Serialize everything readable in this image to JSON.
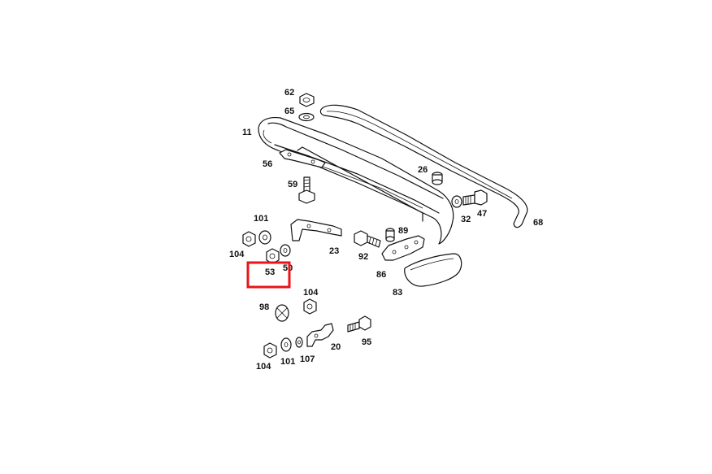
{
  "highlight": {
    "color": "#e8151b",
    "target": "53"
  },
  "labels": {
    "62": "62",
    "65": "65",
    "11": "11",
    "56": "56",
    "59": "59",
    "26": "26",
    "32": "32",
    "47": "47",
    "68": "68",
    "101a": "101",
    "104a": "104",
    "53": "53",
    "50": "50",
    "23": "23",
    "92": "92",
    "89": "89",
    "86": "86",
    "83": "83",
    "98": "98",
    "104b": "104",
    "95": "95",
    "20": "20",
    "104c": "104",
    "101b": "101",
    "107": "107"
  }
}
